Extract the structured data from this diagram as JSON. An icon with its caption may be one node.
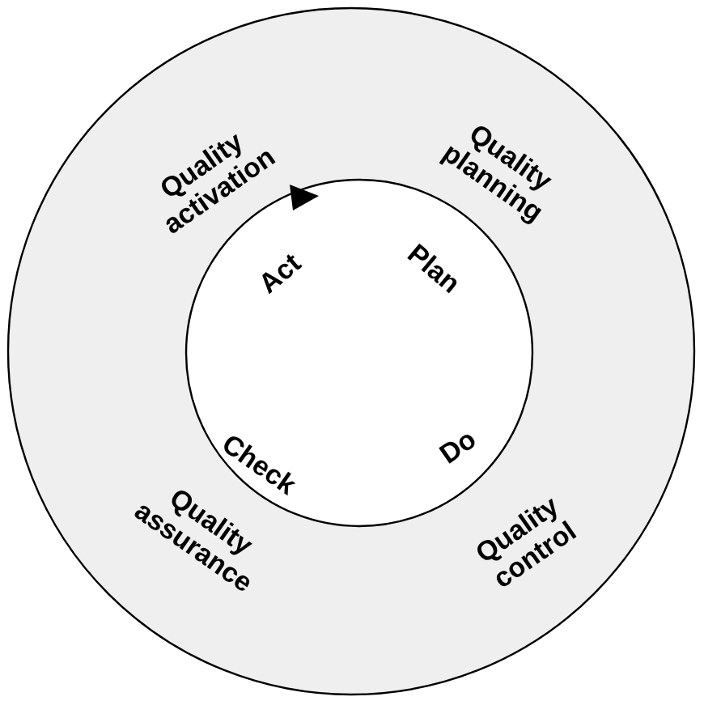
{
  "diagram": {
    "nodes": [
      {
        "text": [
          "Quality activation",
          "Quality planning",
          "Quality assurance",
          "Quality control"
        ]
      },
      {
        "text": [
          "Act",
          "Plan",
          "Check",
          "Do"
        ],
        "in": 0
      }
    ]
  }
}
